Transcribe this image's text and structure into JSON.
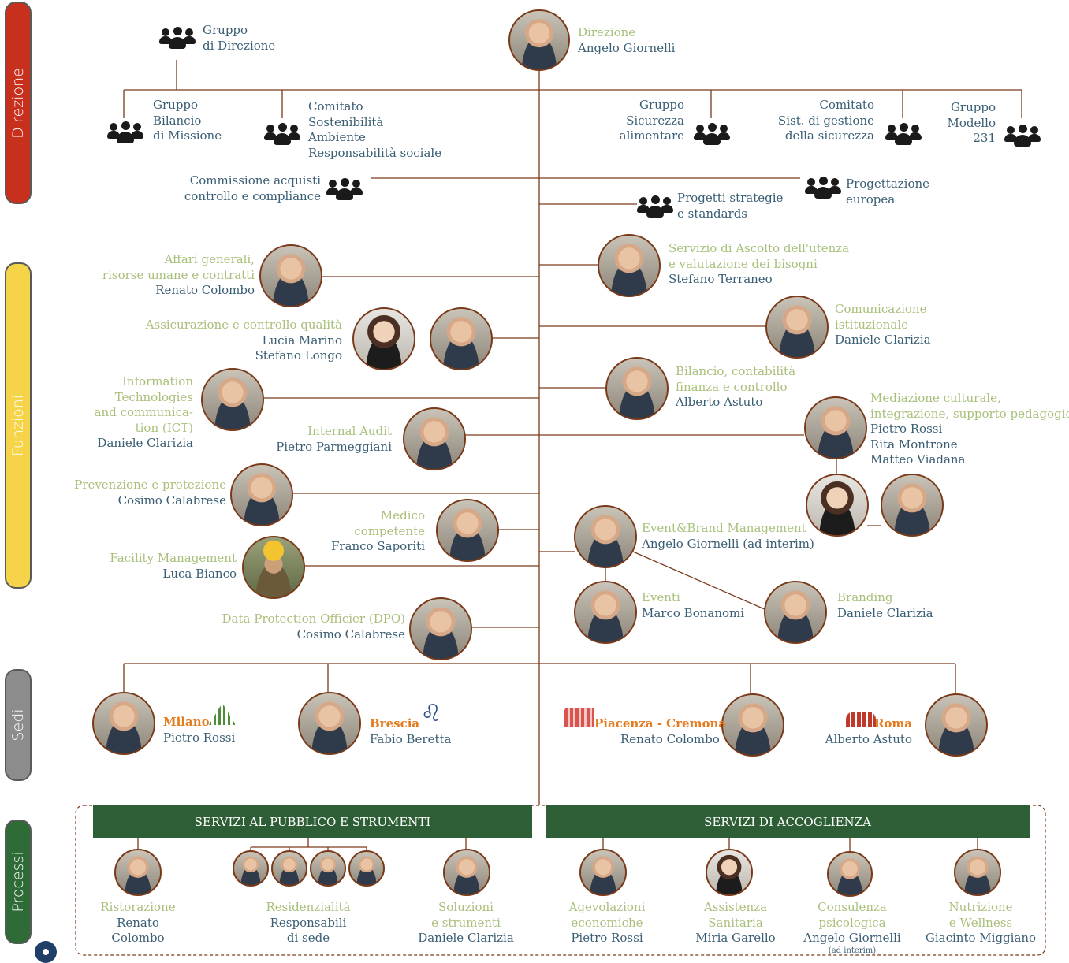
{
  "sections": {
    "direzione": "Direzione",
    "funzioni": "Funzioni",
    "sedi": "Sedi",
    "processi": "Processi"
  },
  "section_colors": {
    "direzione": "#c8301e",
    "funzioni": "#f5d44a",
    "sedi": "#8c8c8c",
    "processi": "#2e6b36"
  },
  "top": {
    "role": "Direzione",
    "name": "Angelo Giornelli"
  },
  "gruppo_direzione": [
    "Gruppo",
    "di Direzione"
  ],
  "committees": {
    "bilancio": [
      "Gruppo",
      "Bilancio",
      "di Missione"
    ],
    "sostenibilita": [
      "Comitato",
      "Sostenibilità",
      "Ambiente",
      "Responsabilità sociale"
    ],
    "sicurezza": [
      "Gruppo",
      "Sicurezza",
      "alimentare"
    ],
    "sist_gestione": [
      "Comitato",
      "Sist. di gestione",
      "della sicurezza"
    ],
    "modello": [
      "Gruppo",
      "Modello",
      "231"
    ],
    "acquisti": [
      "Commissione acquisti",
      "controllo e compliance"
    ],
    "progettazione": [
      "Progettazione",
      "europea"
    ],
    "progetti": [
      "Progetti strategie",
      "e standards"
    ]
  },
  "left_functions": [
    {
      "role": [
        "Affari generali,",
        "risorse umane e contratti"
      ],
      "name": "Renato Colombo"
    },
    {
      "role": [
        "Assicurazione e controllo qualità"
      ],
      "names": [
        "Lucia Marino",
        "Stefano Longo"
      ]
    },
    {
      "role": [
        "Information",
        "Technologies",
        "and communica-",
        "tion (ICT)"
      ],
      "name": "Daniele Clarizia"
    },
    {
      "role": [
        "Internal Audit"
      ],
      "name": "Pietro Parmeggiani"
    },
    {
      "role": [
        "Prevenzione e protezione"
      ],
      "name": "Cosimo Calabrese"
    },
    {
      "role": [
        "Medico",
        "competente"
      ],
      "name": "Franco Saporiti"
    },
    {
      "role": [
        "Facility Management"
      ],
      "name": "Luca Bianco"
    },
    {
      "role": [
        "Data Protection Officier (DPO)"
      ],
      "name": "Cosimo Calabrese"
    }
  ],
  "right_functions": [
    {
      "role": [
        "Servizio di Ascolto dell'utenza",
        "e valutazione dei bisogni"
      ],
      "name": "Stefano Terraneo"
    },
    {
      "role": [
        "Comunicazione",
        "istituzionale"
      ],
      "name": "Daniele Clarizia"
    },
    {
      "role": [
        "Bilancio, contabilità",
        "finanza e controllo"
      ],
      "name": "Alberto Astuto"
    },
    {
      "role": [
        "Mediazione culturale,",
        "integrazione, supporto pedagogico"
      ],
      "names": [
        "Pietro Rossi",
        "Rita Montrone",
        "Matteo Viadana"
      ]
    },
    {
      "role": [
        "Event&Brand Management"
      ],
      "name": "Angelo Giornelli (ad interim)"
    },
    {
      "role": [
        "Eventi"
      ],
      "name": "Marco Bonanomi"
    },
    {
      "role": [
        "Branding"
      ],
      "name": "Daniele Clarizia"
    }
  ],
  "sedi": [
    {
      "city": "Milano",
      "name": "Pietro Rossi"
    },
    {
      "city": "Brescia",
      "name": "Fabio Beretta"
    },
    {
      "city": "Piacenza - Cremona",
      "name": "Renato Colombo"
    },
    {
      "city": "Roma",
      "name": "Alberto Astuto"
    }
  ],
  "processi": {
    "bars": [
      "SERVIZI AL PUBBLICO E STRUMENTI",
      "SERVIZI DI ACCOGLIENZA"
    ],
    "items": [
      {
        "role": [
          "Ristorazione"
        ],
        "name": [
          "Renato",
          "Colombo"
        ]
      },
      {
        "role": [
          "Residenzialità"
        ],
        "name": [
          "Responsabili",
          "di sede"
        ]
      },
      {
        "role": [
          "Soluzioni",
          "e strumenti"
        ],
        "name": [
          "Daniele Clarizia"
        ]
      },
      {
        "role": [
          "Agevolazioni",
          "economiche"
        ],
        "name": [
          "Pietro Rossi"
        ]
      },
      {
        "role": [
          "Assistenza",
          "Sanitaria"
        ],
        "name": [
          "Miria Garello"
        ]
      },
      {
        "role": [
          "Consulenza",
          "psicologica"
        ],
        "name": [
          "Angelo Giornelli"
        ],
        "note": "(ad interim)"
      },
      {
        "role": [
          "Nutrizione",
          "e Wellness"
        ],
        "name": [
          "Giacinto Miggiano"
        ]
      }
    ]
  },
  "icons": [
    "group-icon",
    "person-photo",
    "milano-logo-icon",
    "brescia-lion-icon",
    "piacenza-building-icon",
    "colosseum-icon"
  ]
}
